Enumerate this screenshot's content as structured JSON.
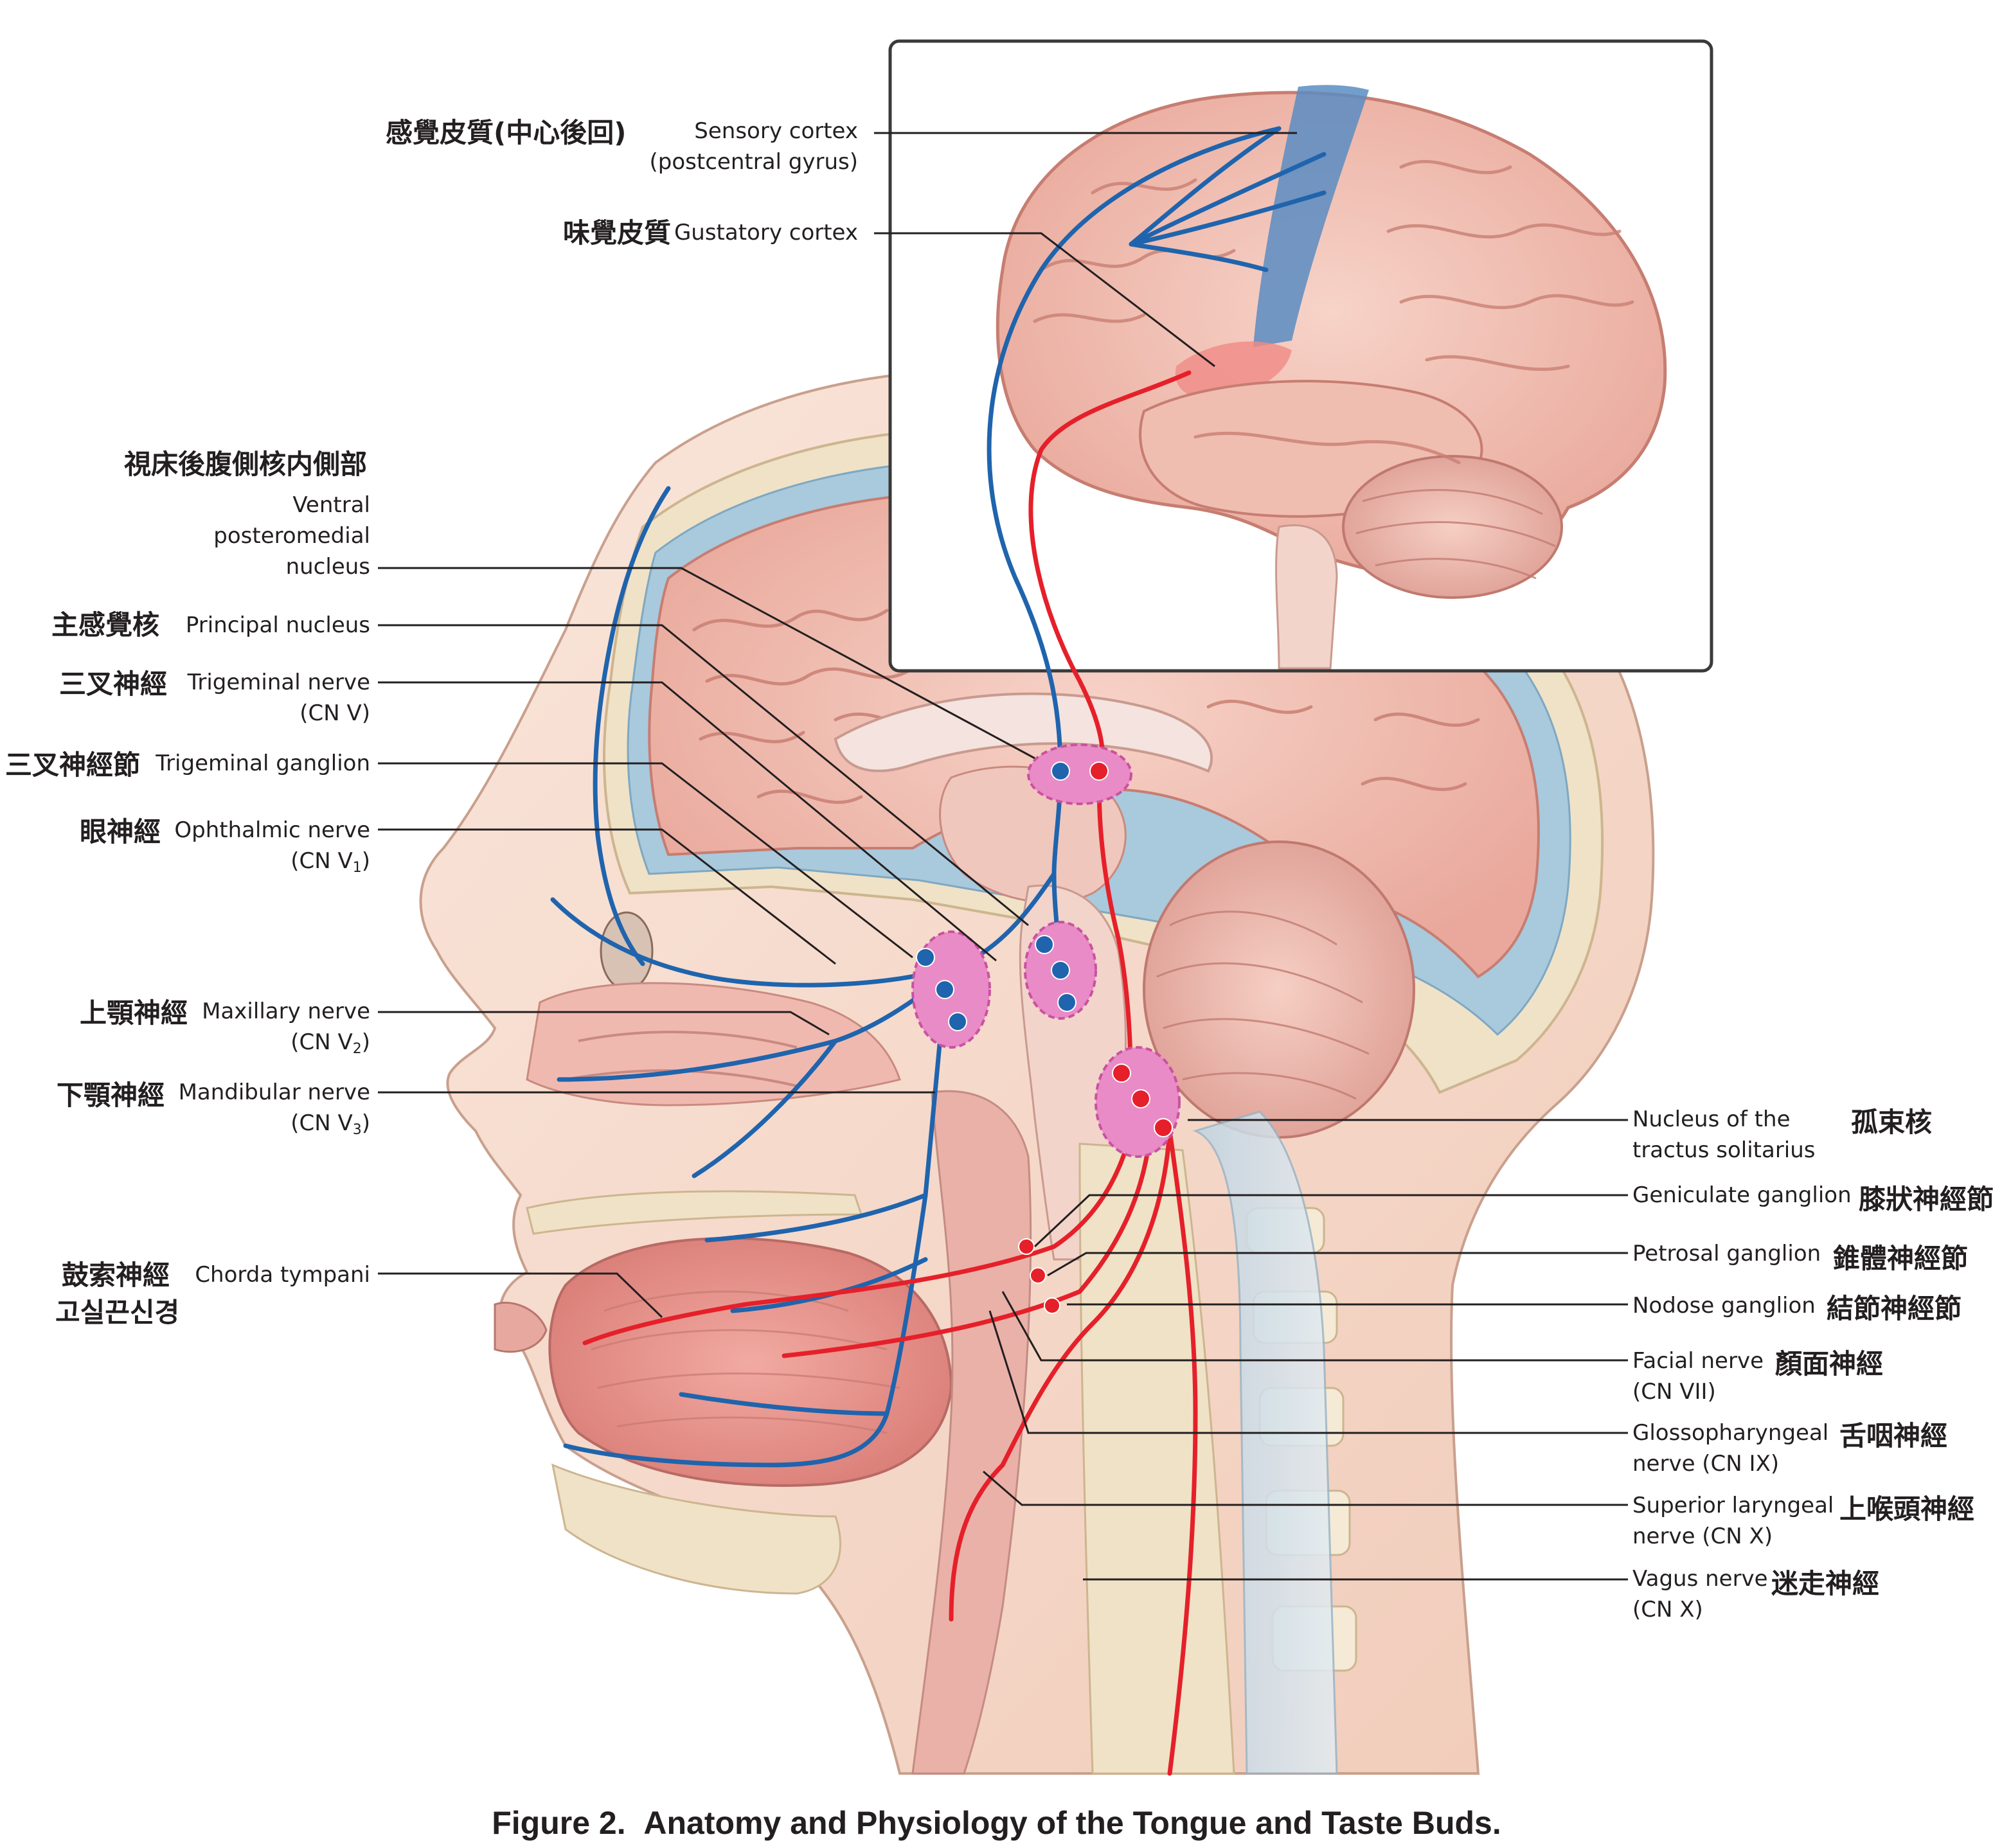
{
  "caption": {
    "number": "Figure 2.",
    "title": "Anatomy and Physiology of the Tongue and Taste Buds."
  },
  "colors": {
    "somatosensory_pathway": "#1f64ad",
    "gustatory_pathway": "#e5202a",
    "nucleus_fill": "#e98bc6",
    "sensory_cortex_band": "#5b8cc2",
    "brain_tissue": "#f2bfb3",
    "csf_space": "#a9c9dc",
    "skin": "#f6dccd",
    "bone": "#efe2c7",
    "muscle": "#e99a92"
  },
  "labels": {
    "sensory_cortex": {
      "cjk": "感覺皮質(中心後回)",
      "en1": "Sensory cortex",
      "en2": "(postcentral gyrus)"
    },
    "gustatory_cortex": {
      "cjk": "味覺皮質",
      "en1": "Gustatory cortex"
    },
    "vpm": {
      "cjk": "視床後腹側核内側部",
      "en1": "Ventral",
      "en2": "posteromedial",
      "en3": "nucleus"
    },
    "principal_nucleus": {
      "cjk": "主感覺核",
      "en1": "Principal nucleus"
    },
    "trigeminal_nerve": {
      "cjk": "三叉神經",
      "en1": "Trigeminal nerve",
      "en2": "(CN V)"
    },
    "trigeminal_ganglion": {
      "cjk": "三叉神經節",
      "en1": "Trigeminal ganglion"
    },
    "ophthalmic_nerve": {
      "cjk": "眼神經",
      "en1": "Ophthalmic nerve",
      "en2": "(CN V",
      "sub": "1",
      "en2_end": ")"
    },
    "maxillary_nerve": {
      "cjk": "上顎神經",
      "en1": "Maxillary nerve",
      "en2": "(CN V",
      "sub": "2",
      "en2_end": ")"
    },
    "mandibular_nerve": {
      "cjk": "下顎神經",
      "en1": "Mandibular nerve",
      "en2": "(CN V",
      "sub": "3",
      "en2_end": ")"
    },
    "chorda_tympani": {
      "cjk": "鼓索神經",
      "cjk2": "고실끈신경",
      "en1": "Chorda tympani"
    },
    "nucleus_tractus_solitarius": {
      "cjk": "孤束核",
      "en1": "Nucleus of the",
      "en2": "tractus solitarius"
    },
    "geniculate_ganglion": {
      "cjk": "膝狀神經節",
      "en1": "Geniculate ganglion"
    },
    "petrosal_ganglion": {
      "cjk": "錐體神經節",
      "en1": "Petrosal ganglion"
    },
    "nodose_ganglion": {
      "cjk": "結節神經節",
      "en1": "Nodose ganglion"
    },
    "facial_nerve": {
      "cjk": "顏面神經",
      "en1": "Facial nerve",
      "en2": "(CN VII)"
    },
    "glossopharyngeal_nerve": {
      "cjk": "舌咽神經",
      "en1": "Glossopharyngeal",
      "en2": "nerve (CN IX)"
    },
    "superior_laryngeal_nerve": {
      "cjk": "上喉頭神經",
      "en1": "Superior laryngeal",
      "en2": "nerve (CN X)"
    },
    "vagus_nerve": {
      "cjk": "迷走神經",
      "en1": "Vagus nerve",
      "en2": "(CN X)"
    }
  }
}
